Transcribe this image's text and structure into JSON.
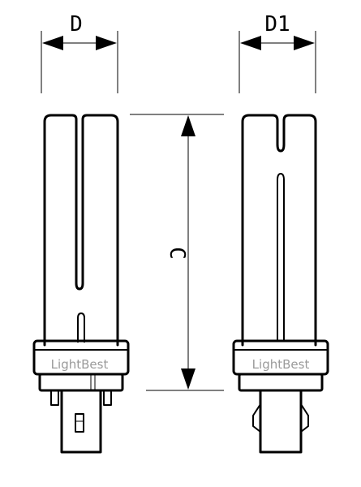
{
  "dimensions": {
    "d_label": "D",
    "d1_label": "D1",
    "c_label": "C"
  },
  "lamps": [
    {
      "brand": "LightBest"
    },
    {
      "brand": "LightBest"
    }
  ],
  "colors": {
    "line": "#000000",
    "brand_text": "#9a9a9a",
    "background": "#ffffff"
  }
}
